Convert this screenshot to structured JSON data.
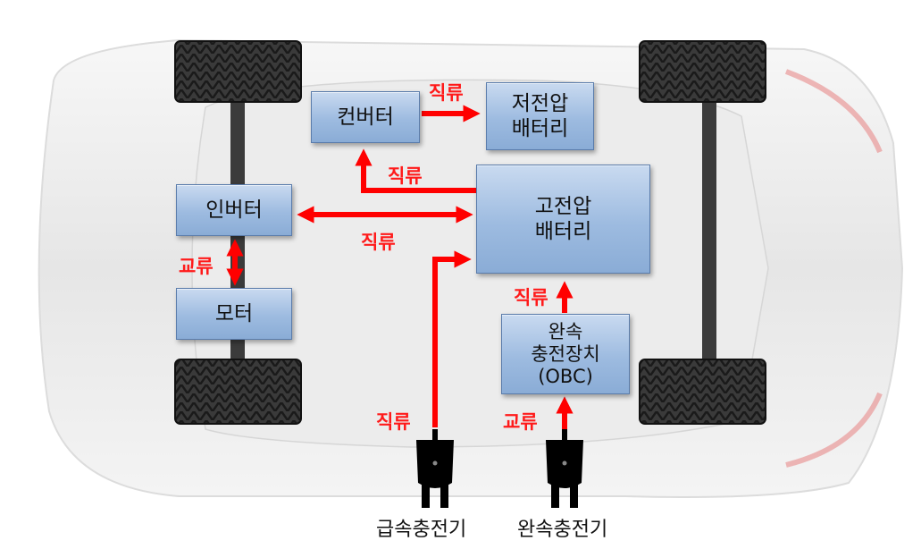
{
  "components": {
    "converter": "컨버터",
    "low_voltage_battery": "저전압\n배터리",
    "inverter": "인버터",
    "high_voltage_battery": "고전압\n배터리",
    "motor": "모터",
    "obc": "완속\n충전장치\n(OBC)"
  },
  "flows": {
    "converter_to_lv": "직류",
    "hv_to_converter": "직류",
    "inverter_hv": "직류",
    "inverter_motor": "교류",
    "obc_to_hv": "직류",
    "fast_charger_to_hv": "직류",
    "slow_charger_to_obc": "교류"
  },
  "chargers": {
    "fast": "급속충전기",
    "slow": "완속충전기"
  },
  "colors": {
    "arrow": "#ff0000",
    "box_fill": "#9dbbe0",
    "box_border": "#5a7cab",
    "tire": "#2b2b2b"
  },
  "icons": [
    "car-body-icon",
    "tire-icon",
    "plug-icon"
  ]
}
